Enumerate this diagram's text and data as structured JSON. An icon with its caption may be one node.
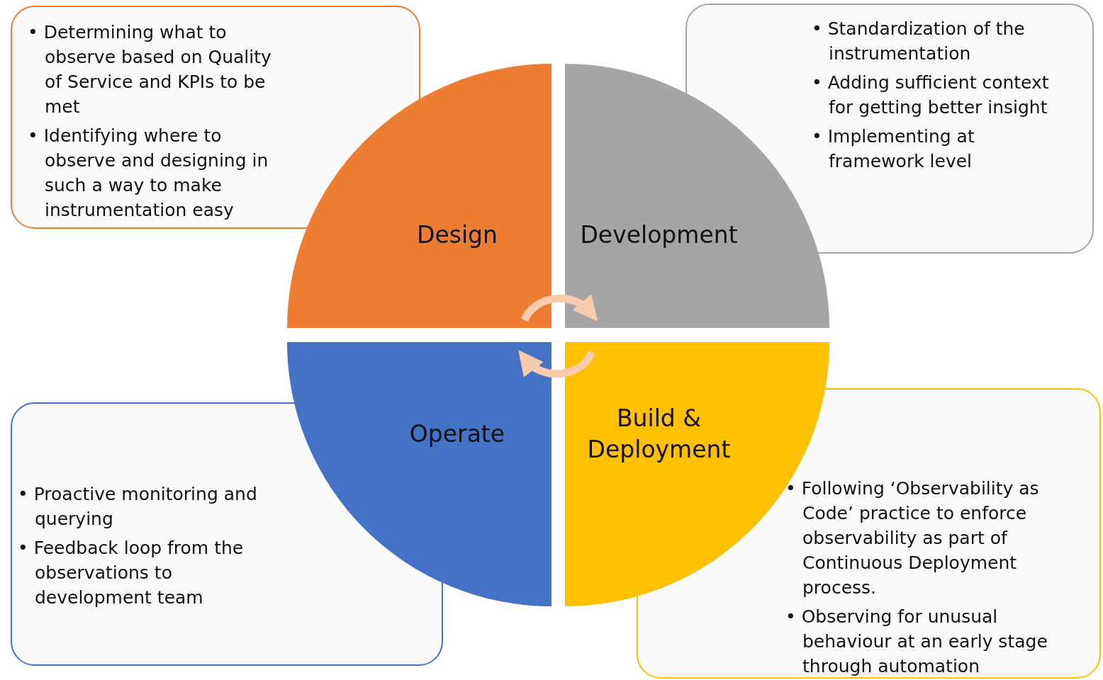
{
  "diagram": {
    "nodes": [
      {
        "text": [
          "• Determining what to observe based on Quality of Service and KPIs to be met",
          "• Identifying where to observe and designing in such a way to make instrumentation easy"
        ]
      },
      {
        "text": [
          "• Standardization of the instrumentation",
          "• Adding sufficient context for getting better insight",
          "• Implementing at framework level"
        ]
      },
      {
        "text": [
          "Design"
        ]
      },
      {
        "text": [
          "Development"
        ]
      },
      {
        "text": [
          "Build & Deployment"
        ]
      },
      {
        "text": [
          "Operate"
        ]
      },
      {
        "text": [
          "• Proactive monitoring and querying",
          "• Feedback loop from the observations to development team"
        ]
      },
      {
        "text": [
          "• Following ‘Observability as Code’ practice to enforce observability as part of Continuous Deployment process.",
          "• Observing for unusual behaviour at an early stage through automation"
        ]
      }
    ],
    "edges": [
      {
        "from": 2,
        "to": 3,
        "arrow": "to"
      },
      {
        "from": 4,
        "to": 5,
        "arrow": "to"
      }
    ]
  }
}
